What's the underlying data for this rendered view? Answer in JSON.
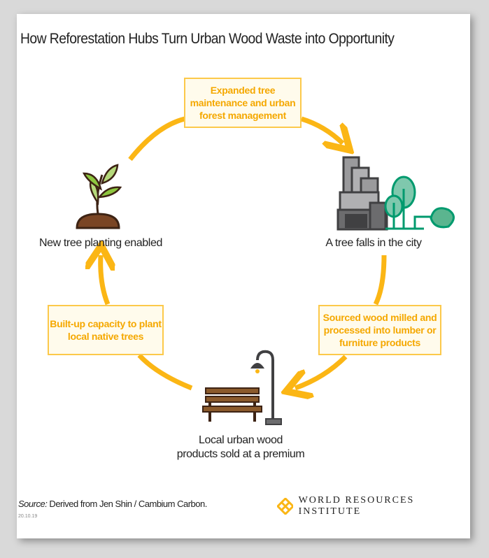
{
  "title": "How Reforestation Hubs Turn Urban Wood Waste into Opportunity",
  "steps": {
    "top": "Expanded tree maintenance and urban forest management",
    "right": "Sourced wood milled and processed into lumber or furniture products",
    "left": "Built-up capacity to plant local native trees"
  },
  "nodes": {
    "city": "A tree falls in the city",
    "planting": "New tree planting enabled",
    "products_line1": "Local urban wood",
    "products_line2": "products sold at a premium"
  },
  "footer": {
    "source_label": "Source:",
    "source_text": " Derived from Jen Shin / Cambium Carbon.",
    "date": "20.10.19",
    "logo_text": "WORLD RESOURCES INSTITUTE"
  },
  "colors": {
    "arrow": "#fbb615",
    "box_border": "#fcc94a",
    "box_text": "#f5a800",
    "green": "#009a6e",
    "leaf": "#8dc63f",
    "gray": "#5a5a5c",
    "brown": "#6b3e1e"
  }
}
